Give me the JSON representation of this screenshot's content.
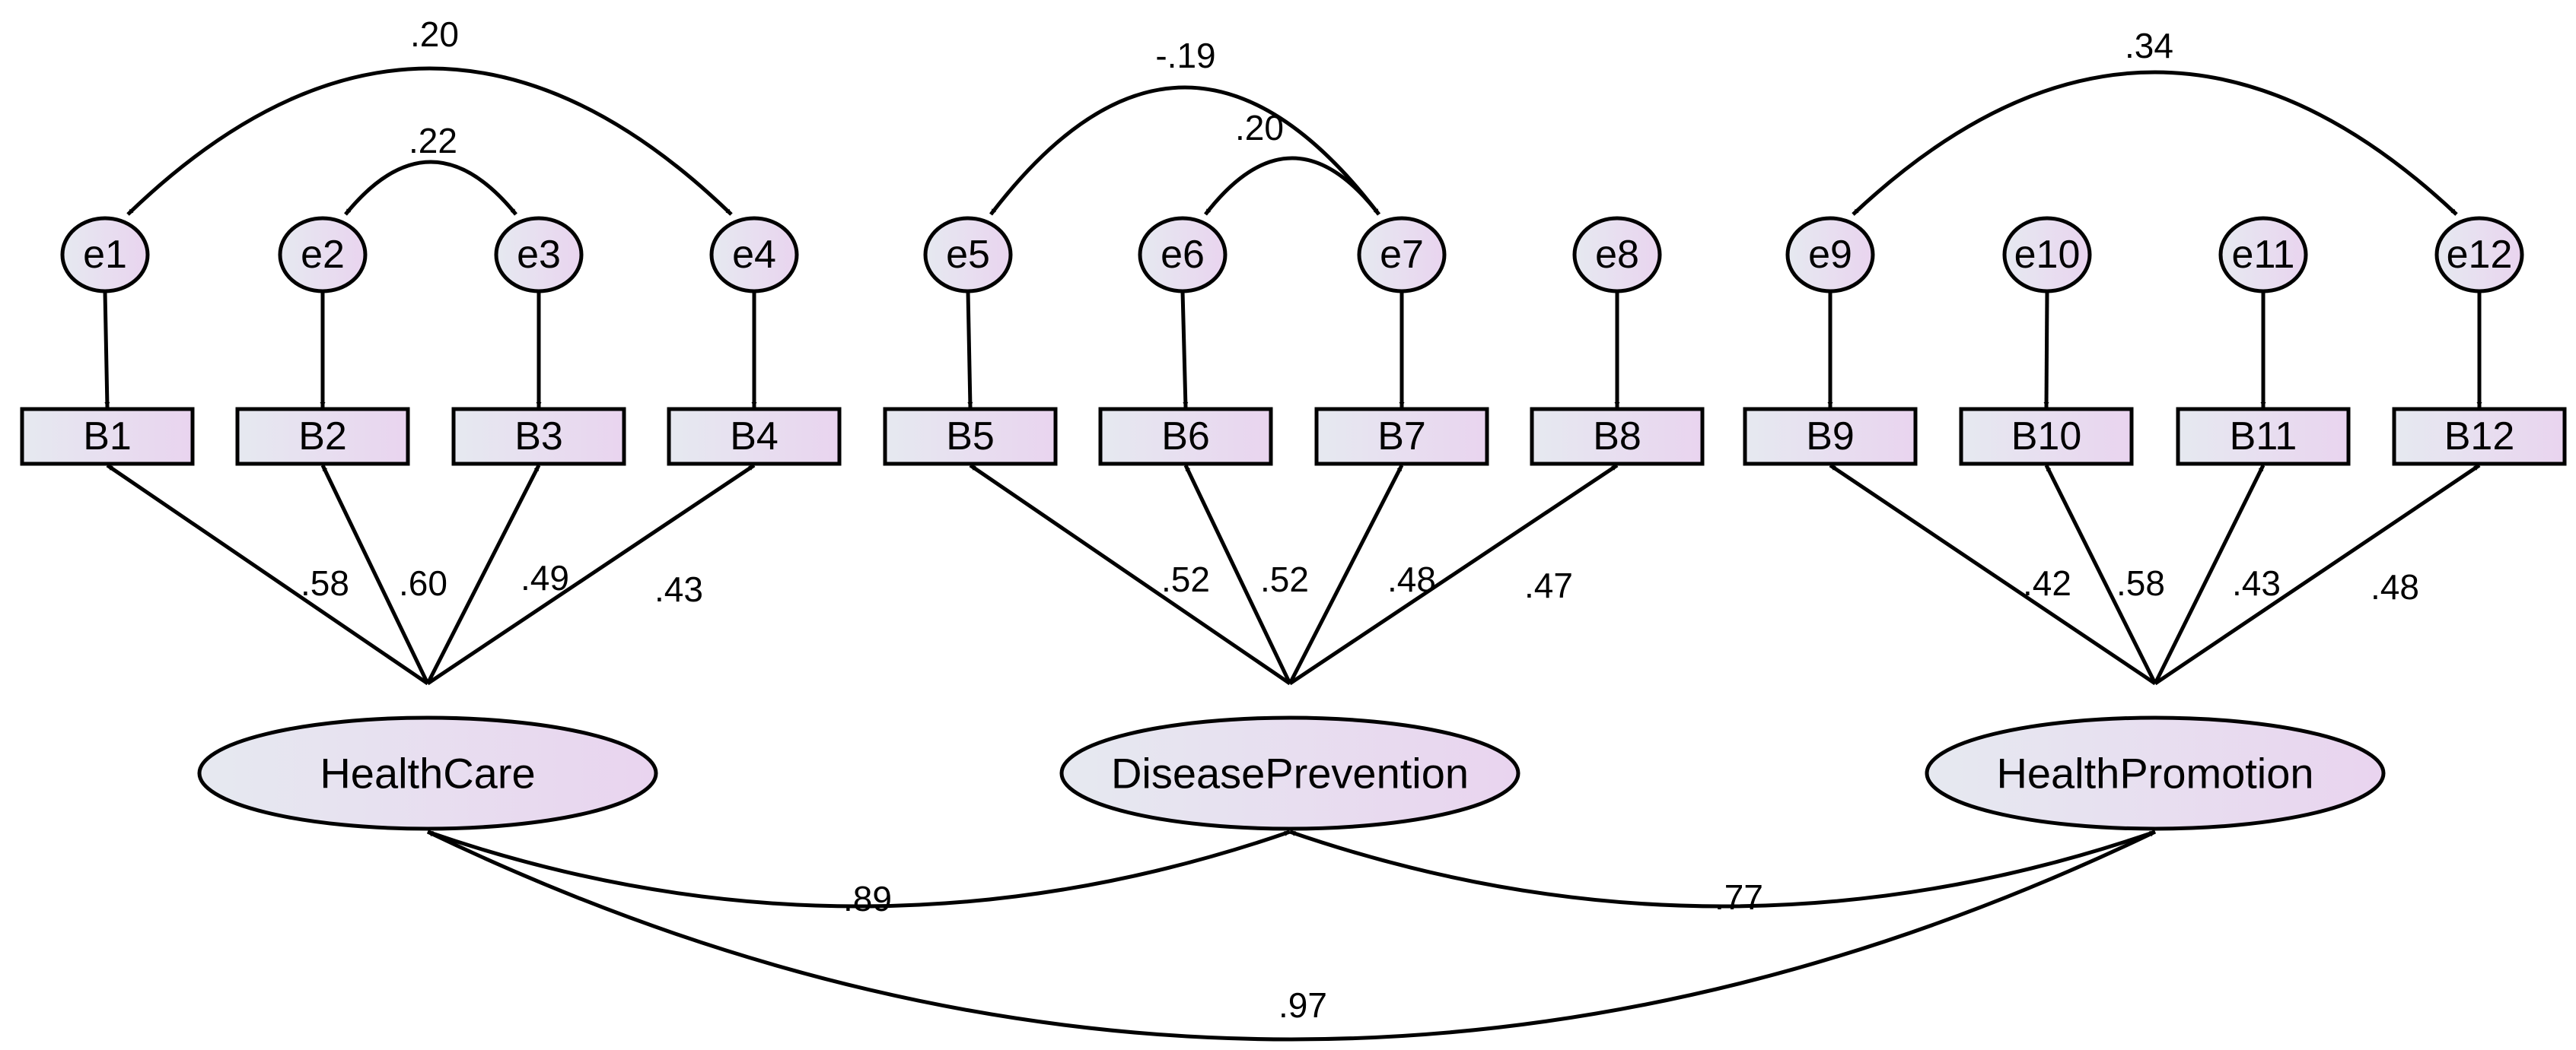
{
  "errors": [
    "e1",
    "e2",
    "e3",
    "e4",
    "e5",
    "e6",
    "e7",
    "e8",
    "e9",
    "e10",
    "e11",
    "e12"
  ],
  "indicators": [
    "B1",
    "B2",
    "B3",
    "B4",
    "B5",
    "B6",
    "B7",
    "B8",
    "B9",
    "B10",
    "B11",
    "B12"
  ],
  "latents": [
    {
      "label": "HealthCare",
      "indicators": [
        0,
        1,
        2,
        3
      ],
      "loadings": [
        ".58",
        ".60",
        ".49",
        ".43"
      ]
    },
    {
      "label": "DiseasePrevention",
      "indicators": [
        4,
        5,
        6,
        7
      ],
      "loadings": [
        ".52",
        ".52",
        ".48",
        ".47"
      ]
    },
    {
      "label": "HealthPromotion",
      "indicators": [
        8,
        9,
        10,
        11
      ],
      "loadings": [
        ".42",
        ".58",
        ".43",
        ".48"
      ]
    }
  ],
  "error_covariances": [
    {
      "from": "e1",
      "to": "e4",
      "value": ".20"
    },
    {
      "from": "e2",
      "to": "e3",
      "value": ".22"
    },
    {
      "from": "e5",
      "to": "e7",
      "value": "-.19"
    },
    {
      "from": "e6",
      "to": "e7",
      "value": ".20"
    },
    {
      "from": "e9",
      "to": "e12",
      "value": ".34"
    }
  ],
  "latent_correlations": [
    {
      "from": "HealthCare",
      "to": "DiseasePrevention",
      "value": ".89"
    },
    {
      "from": "DiseasePrevention",
      "to": "HealthPromotion",
      "value": ".77"
    },
    {
      "from": "HealthCare",
      "to": "HealthPromotion",
      "value": ".97"
    }
  ],
  "colors": {
    "fill_light": "#e6e9f0",
    "fill_pink": "#e9d4ef",
    "stroke": "#000000"
  }
}
